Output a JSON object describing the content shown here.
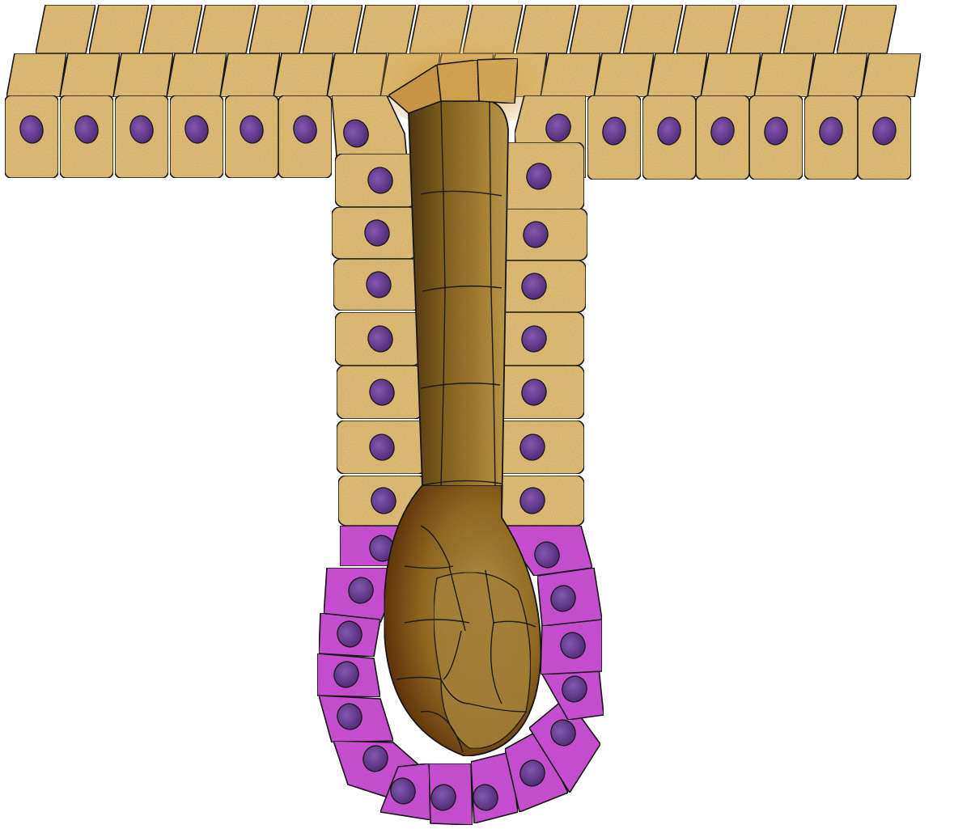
{
  "colors": {
    "background": "#ffffff",
    "epithelium_cell": "#ecc77c",
    "epithelium_cell_dark": "#d8ae5e",
    "matrix_cell": "#d655e0",
    "matrix_cell_dark": "#b73ac4",
    "nucleus": "#6b3f95",
    "nucleus_dark": "#4a2670",
    "shaft_light": "#c39a45",
    "shaft_mid": "#9c7425",
    "shaft_dark": "#5e4413",
    "bulb_dark": "#6a2f08",
    "bulb_light": "#b48d3d",
    "opening": "#d9a24c",
    "outline": "#1a1a1a"
  },
  "structures": [
    "surface-epithelium",
    "follicle-outer-root-sheath",
    "hair-matrix",
    "hair-shaft",
    "hair-bulb"
  ]
}
